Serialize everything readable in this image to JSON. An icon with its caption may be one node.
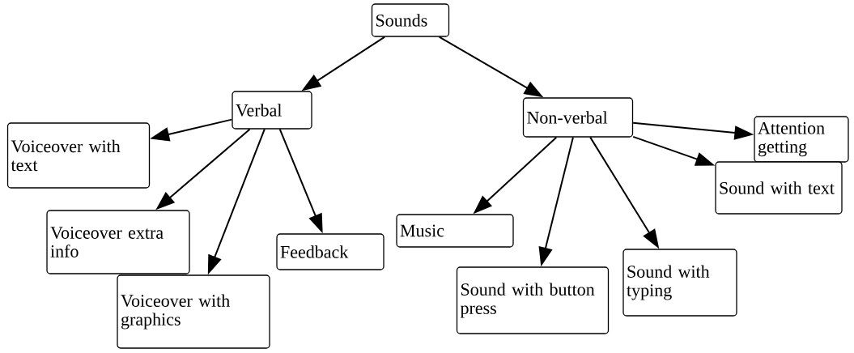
{
  "diagram": {
    "nodes": [
      {
        "text": [
          "Sounds"
        ]
      },
      {
        "text": [
          "Verbal"
        ]
      },
      {
        "text": [
          "Non-verbal"
        ]
      },
      {
        "text": [
          "Voiceover with text"
        ]
      },
      {
        "text": [
          "Voiceover extra info"
        ]
      },
      {
        "text": [
          "Voiceover with graphics"
        ]
      },
      {
        "text": [
          "Feedback"
        ]
      },
      {
        "text": [
          "Music"
        ]
      },
      {
        "text": [
          "Sound with button press"
        ]
      },
      {
        "text": [
          "Sound with typing"
        ]
      },
      {
        "text": [
          "Attention getting"
        ]
      },
      {
        "text": [
          "Sound with text"
        ]
      }
    ],
    "edges": [
      {
        "from": 0,
        "to": 1,
        "arrow": "to"
      },
      {
        "from": 0,
        "to": 2,
        "arrow": "to"
      },
      {
        "from": 1,
        "to": 3,
        "arrow": "to"
      },
      {
        "from": 1,
        "to": 4,
        "arrow": "to"
      },
      {
        "from": 1,
        "to": 5,
        "arrow": "to"
      },
      {
        "from": 1,
        "to": 6,
        "arrow": "to"
      },
      {
        "from": 2,
        "to": 7,
        "arrow": "to"
      },
      {
        "from": 2,
        "to": 8,
        "arrow": "to"
      },
      {
        "from": 2,
        "to": 9,
        "arrow": "to"
      },
      {
        "from": 2,
        "to": 10,
        "arrow": "to"
      },
      {
        "from": 2,
        "to": 11,
        "arrow": "to"
      }
    ]
  }
}
